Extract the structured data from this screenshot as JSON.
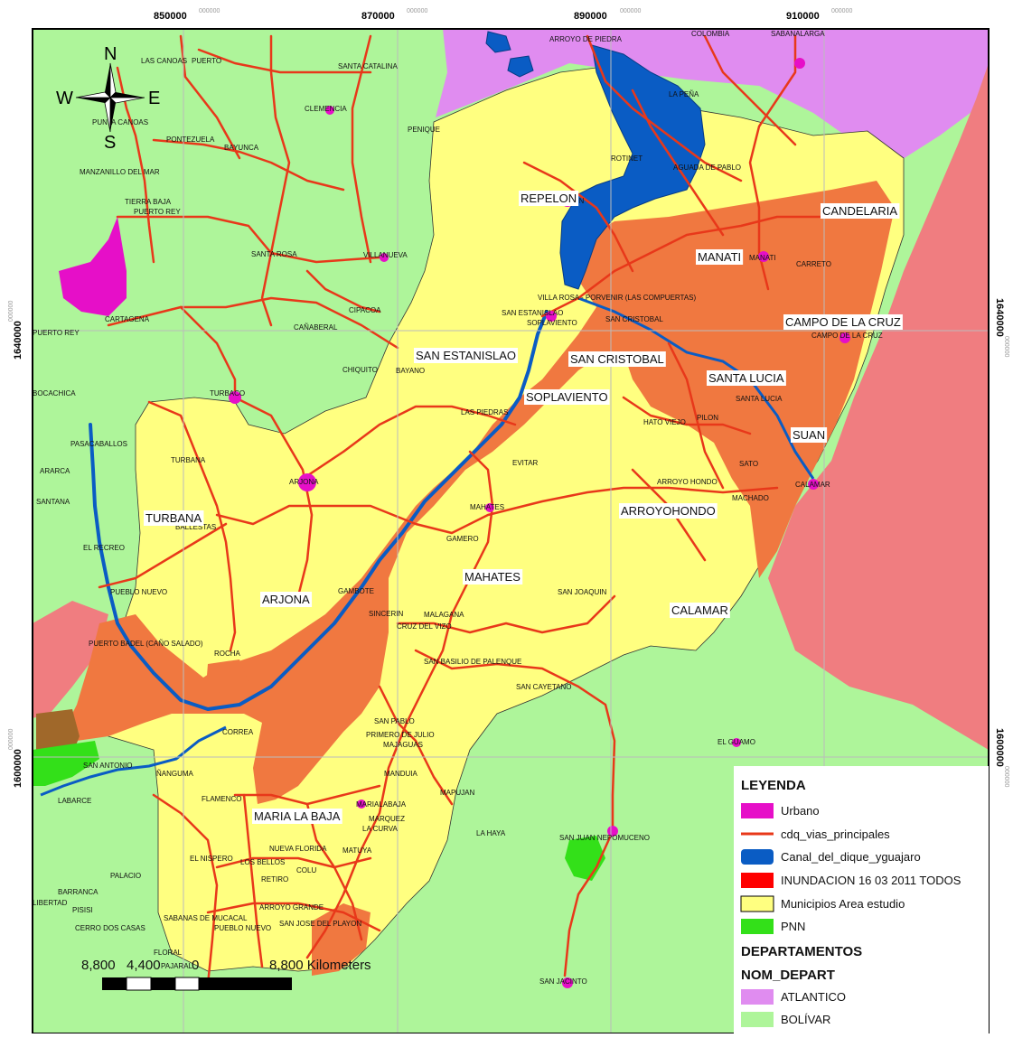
{
  "coordinates": {
    "top": [
      "850000",
      "870000",
      "890000",
      "910000"
    ],
    "top_sup": [
      "000000",
      "000000",
      "000000",
      "000000"
    ],
    "side": [
      "1640000",
      "1600000"
    ],
    "side_sup": [
      "000000",
      "000000"
    ]
  },
  "compass": {
    "n": "N",
    "s": "S",
    "e": "E",
    "w": "W"
  },
  "municipalities": [
    {
      "label": "REPELON"
    },
    {
      "label": "CANDELARIA"
    },
    {
      "label": "MANATI"
    },
    {
      "label": "CAMPO DE LA CRUZ"
    },
    {
      "label": "SAN ESTANISLAO"
    },
    {
      "label": "SAN CRISTOBAL"
    },
    {
      "label": "SANTA LUCIA"
    },
    {
      "label": "SOPLAVIENTO"
    },
    {
      "label": "SUAN"
    },
    {
      "label": "TURBANA"
    },
    {
      "label": "ARROYOHONDO"
    },
    {
      "label": "MAHATES"
    },
    {
      "label": "ARJONA"
    },
    {
      "label": "CALAMAR"
    },
    {
      "label": "MARIA LA BAJA"
    }
  ],
  "places": [
    "LAS CANOAS",
    "PUERTO",
    "SANTA CATALINA",
    "ARROYO DE PIEDRA",
    "COLOMBIA",
    "SABANALARGA",
    "LA PEÑA",
    "PUNTA CANOAS",
    "CLEMENCIA",
    "PENIQUE",
    "PONTEZUELA",
    "BAYUNCA",
    "MANZANILLO DEL MAR",
    "ROTINET",
    "AGUADA DE PABLO",
    "TIERRA BAJA",
    "PUERTO REY",
    "REPELON",
    "SANTA ROSA",
    "VILLANUEVA",
    "MANATI",
    "CARRETO",
    "VILLA ROSA - PORVENIR (LAS COMPUERTAS)",
    "CIPACOA",
    "SAN ESTANISLAO",
    "SOPLAVIENTO",
    "SAN CRISTOBAL",
    "CARTAGENA",
    "CAÑABERAL",
    "PUERTO REY",
    "CAMPO DE LA CRUZ",
    "CHIQUITO",
    "BAYANO",
    "BOCACHICA",
    "TURBACO",
    "SANTA LUCIA",
    "LAS PIEDRAS",
    "HATO VIEJO",
    "PILON",
    "PASACABALLOS",
    "TURBANA",
    "EVITAR",
    "SATO",
    "ARARCA",
    "ARJONA",
    "ARROYO HONDO",
    "CALAMAR",
    "SANTANA",
    "MAHATES",
    "MACHADO",
    "BALLESTAS",
    "EL RECREO",
    "GAMERO",
    "PUEBLO NUEVO",
    "GAMBOTE",
    "SAN JOAQUIN",
    "SINCERIN",
    "MALAGANA",
    "CRUZ DEL VIZO",
    "PUERTO BADEL (CAÑO SALADO)",
    "ROCHA",
    "SAN BASILIO DE PALENQUE",
    "SAN CAYETANO",
    "CORREA",
    "SAN PABLO",
    "PRIMERO DE JULIO",
    "MAJAGUAS",
    "EL GUAMO",
    "SAN ANTONIO",
    "ÑANGUMA",
    "MANDUIA",
    "MAPUJAN",
    "LABARCE",
    "FLAMENCO",
    "MARIALABAJA",
    "MARQUEZ",
    "LA CURVA",
    "LA HAYA",
    "SAN JUAN NEPOMUCENO",
    "EL NISPERO",
    "LOS BELLOS",
    "NUEVA FLORIDA",
    "MATUYA",
    "PALACIO",
    "COLU",
    "RETIRO",
    "BARRANCA",
    "LIBERTAD",
    "PISISI",
    "ARROYO GRANDE",
    "SABANAS DE MUCACAL",
    "PUEBLO NUEVO",
    "SAN JOSE DEL PLAYON",
    "CERRO DOS CASAS",
    "SAN JACINTO",
    "FLORAL",
    "PAJARAL"
  ],
  "legend": {
    "title": "LEYENDA",
    "items": [
      {
        "label": "Urbano",
        "color": "#e60fc8"
      },
      {
        "label": "cdq_vias_principales",
        "color": "#e8381a"
      },
      {
        "label": "Canal_del_dique_yguajaro",
        "color": "#0a5cc4"
      },
      {
        "label": "INUNDACION 16 03 2011 TODOS",
        "color": "#ff0000"
      },
      {
        "label": "Municipios Area estudio",
        "color": "#ffff80"
      },
      {
        "label": "PNN",
        "color": "#33e019"
      }
    ],
    "subtitle": "DEPARTAMENTOS",
    "field": "NOM_DEPART",
    "departments": [
      {
        "label": "ATLANTICO",
        "color": "#e08cf0"
      },
      {
        "label": "BOLÍVAR",
        "color": "#aef59a"
      }
    ]
  },
  "scale": {
    "labels": [
      "8,800",
      "4,400",
      "0",
      "8,800 Kilometers"
    ]
  },
  "colors": {
    "bolivar": "#aef59a",
    "atlantico": "#e08cf0",
    "magdalena": "#f07d80",
    "flood": "#f07840",
    "study_area": "#ffff80",
    "water": "#0a5cc4",
    "urban": "#e60fc8",
    "roads": "#e8381a",
    "pnn": "#33e019",
    "brown": "#a0682a"
  }
}
